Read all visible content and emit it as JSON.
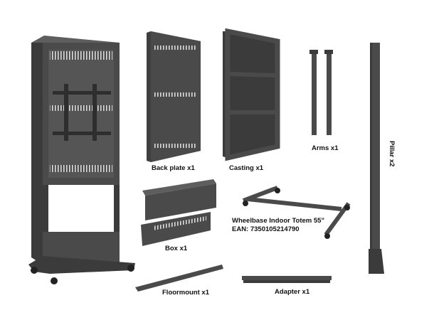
{
  "labels": {
    "back_plate": "Back plate x1",
    "casting": "Casting x1",
    "arms": "Arms x1",
    "pillar": "Pillar x2",
    "wheelbase": "Wheelbase Indoor Totem 55\"",
    "ean": "EAN: 7350105214790",
    "box": "Box x1",
    "floormount": "Floormount x1",
    "adapter": "Adapter x1"
  },
  "colors": {
    "metal_dark": "#3b3b3b",
    "metal_mid": "#4a4a4a",
    "metal_light": "#5e5e5e",
    "background": "#ffffff",
    "text": "#111111"
  }
}
